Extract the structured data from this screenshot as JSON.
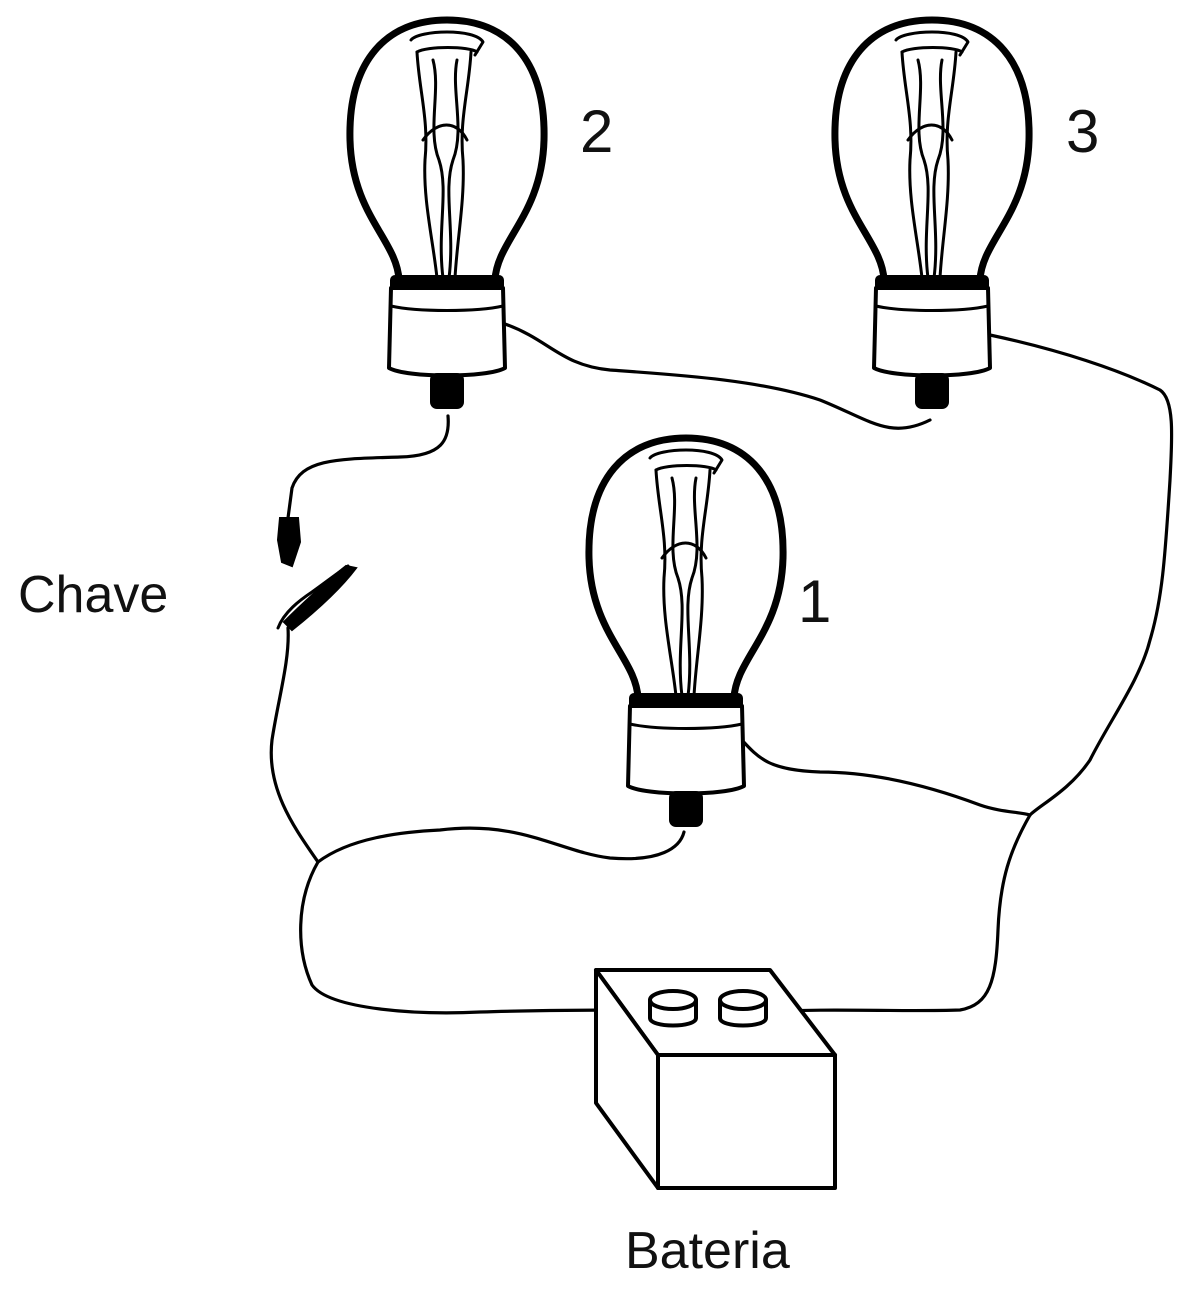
{
  "labels": {
    "switch": "Chave",
    "battery": "Bateria",
    "bulb_1": "1",
    "bulb_2": "2",
    "bulb_3": "3"
  },
  "colors": {
    "ink": "#000000",
    "background": "#ffffff"
  }
}
